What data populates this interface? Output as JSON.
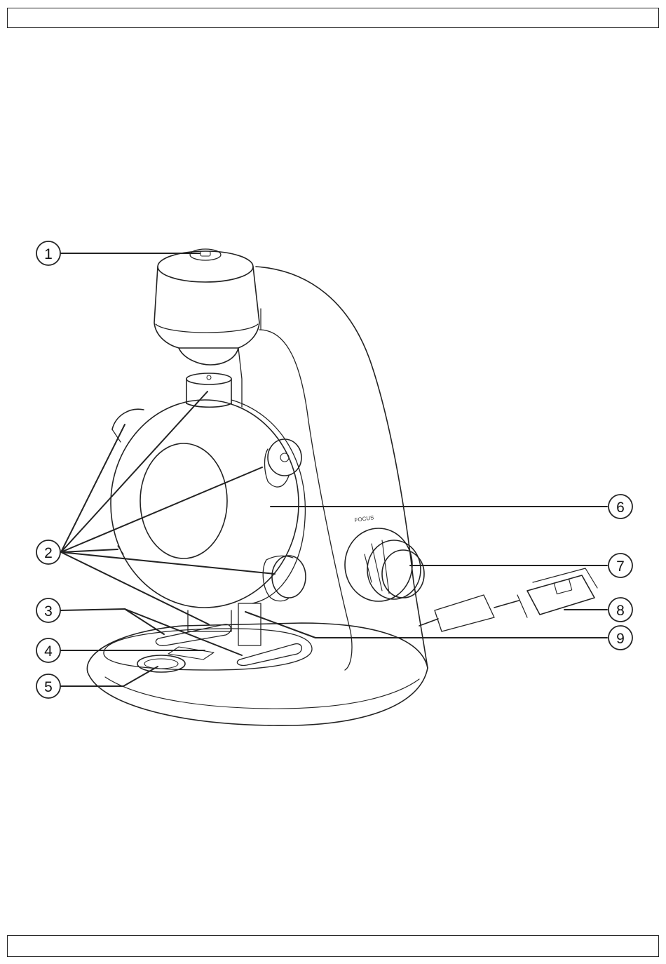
{
  "header": {
    "text": ""
  },
  "footer": {
    "text": ""
  },
  "diagram": {
    "focus_label": "FOCUS",
    "callouts": [
      {
        "number": "1"
      },
      {
        "number": "2"
      },
      {
        "number": "3"
      },
      {
        "number": "4"
      },
      {
        "number": "5"
      },
      {
        "number": "6"
      },
      {
        "number": "7"
      },
      {
        "number": "8"
      },
      {
        "number": "9"
      }
    ]
  }
}
